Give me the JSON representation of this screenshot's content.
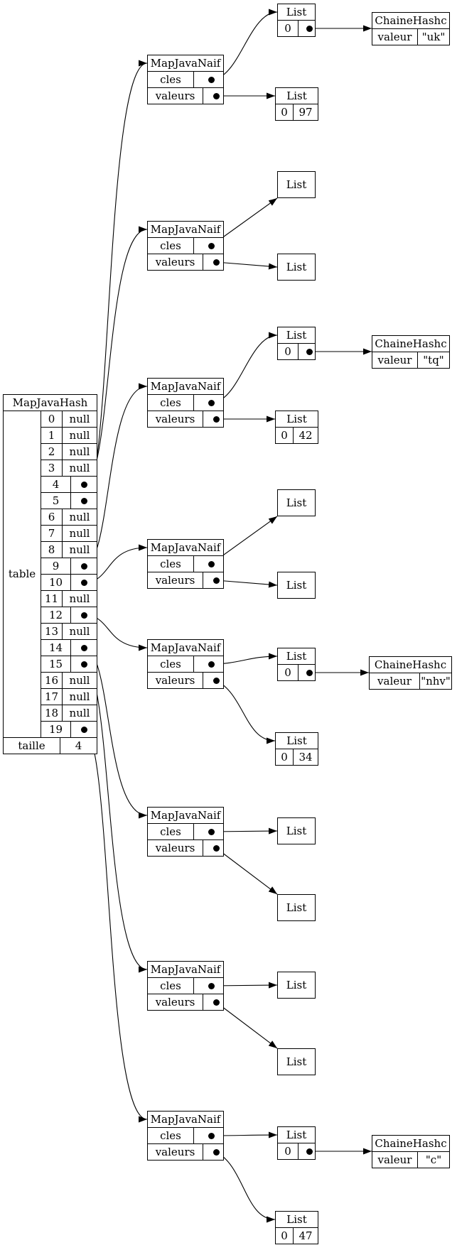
{
  "map_hash": {
    "title": "MapJavaHash",
    "table_label": "table",
    "size_label": "taille",
    "size_value": "4",
    "slots": [
      {
        "index": "0",
        "value": "null"
      },
      {
        "index": "1",
        "value": "null"
      },
      {
        "index": "2",
        "value": "null"
      },
      {
        "index": "3",
        "value": "null"
      },
      {
        "index": "4",
        "value": ""
      },
      {
        "index": "5",
        "value": ""
      },
      {
        "index": "6",
        "value": "null"
      },
      {
        "index": "7",
        "value": "null"
      },
      {
        "index": "8",
        "value": "null"
      },
      {
        "index": "9",
        "value": ""
      },
      {
        "index": "10",
        "value": ""
      },
      {
        "index": "11",
        "value": "null"
      },
      {
        "index": "12",
        "value": ""
      },
      {
        "index": "13",
        "value": "null"
      },
      {
        "index": "14",
        "value": ""
      },
      {
        "index": "15",
        "value": ""
      },
      {
        "index": "16",
        "value": "null"
      },
      {
        "index": "17",
        "value": "null"
      },
      {
        "index": "18",
        "value": "null"
      },
      {
        "index": "19",
        "value": ""
      }
    ]
  },
  "naif_maps": [
    {
      "title": "MapJavaNaif",
      "keys_label": "cles",
      "values_label": "valeurs",
      "slot": "5",
      "keys_list": {
        "title": "List",
        "items": [
          {
            "index": "0",
            "ref": {
              "title": "ChaineHashc",
              "field": "valeur",
              "value": "\"uk\""
            }
          }
        ]
      },
      "values_list": {
        "title": "List",
        "items": [
          {
            "index": "0",
            "value": "97"
          }
        ]
      }
    },
    {
      "title": "MapJavaNaif",
      "keys_label": "cles",
      "values_label": "valeurs",
      "slot": "4",
      "keys_list": {
        "title": "List",
        "items": []
      },
      "values_list": {
        "title": "List",
        "items": []
      }
    },
    {
      "title": "MapJavaNaif",
      "keys_label": "cles",
      "values_label": "valeurs",
      "slot": "9",
      "keys_list": {
        "title": "List",
        "items": [
          {
            "index": "0",
            "ref": {
              "title": "ChaineHashc",
              "field": "valeur",
              "value": "\"tq\""
            }
          }
        ]
      },
      "values_list": {
        "title": "List",
        "items": [
          {
            "index": "0",
            "value": "42"
          }
        ]
      }
    },
    {
      "title": "MapJavaNaif",
      "keys_label": "cles",
      "values_label": "valeurs",
      "slot": "10",
      "keys_list": {
        "title": "List",
        "items": []
      },
      "values_list": {
        "title": "List",
        "items": []
      }
    },
    {
      "title": "MapJavaNaif",
      "keys_label": "cles",
      "values_label": "valeurs",
      "slot": "12",
      "keys_list": {
        "title": "List",
        "items": [
          {
            "index": "0",
            "ref": {
              "title": "ChaineHashc",
              "field": "valeur",
              "value": "\"nhv\""
            }
          }
        ]
      },
      "values_list": {
        "title": "List",
        "items": [
          {
            "index": "0",
            "value": "34"
          }
        ]
      }
    },
    {
      "title": "MapJavaNaif",
      "keys_label": "cles",
      "values_label": "valeurs",
      "slot": "14",
      "keys_list": {
        "title": "List",
        "items": []
      },
      "values_list": {
        "title": "List",
        "items": []
      }
    },
    {
      "title": "MapJavaNaif",
      "keys_label": "cles",
      "values_label": "valeurs",
      "slot": "15",
      "keys_list": {
        "title": "List",
        "items": []
      },
      "values_list": {
        "title": "List",
        "items": []
      }
    },
    {
      "title": "MapJavaNaif",
      "keys_label": "cles",
      "values_label": "valeurs",
      "slot": "19",
      "keys_list": {
        "title": "List",
        "items": [
          {
            "index": "0",
            "ref": {
              "title": "ChaineHashc",
              "field": "valeur",
              "value": "\"c\""
            }
          }
        ]
      },
      "values_list": {
        "title": "List",
        "items": [
          {
            "index": "0",
            "value": "47"
          }
        ]
      }
    }
  ],
  "colors": {
    "line": "#000000",
    "background": "#ffffff"
  }
}
